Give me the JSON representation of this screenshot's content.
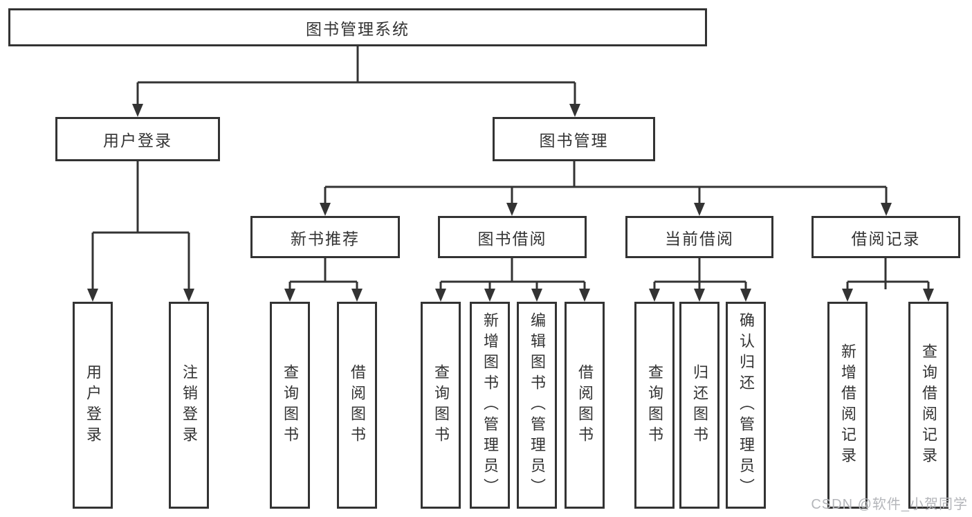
{
  "diagram_title": "图书管理系统",
  "tree": {
    "label": "图书管理系统",
    "children": [
      {
        "label": "用户登录",
        "children": [
          {
            "label": "用户登录"
          },
          {
            "label": "注销登录"
          }
        ]
      },
      {
        "label": "图书管理",
        "children": [
          {
            "label": "新书推荐",
            "children": [
              {
                "label": "查询图书"
              },
              {
                "label": "借阅图书"
              }
            ]
          },
          {
            "label": "图书借阅",
            "children": [
              {
                "label": "查询图书"
              },
              {
                "label": "新增图书（管理员）"
              },
              {
                "label": "编辑图书（管理员）"
              },
              {
                "label": "借阅图书"
              }
            ]
          },
          {
            "label": "当前借阅",
            "children": [
              {
                "label": "查询图书"
              },
              {
                "label": "归还图书"
              },
              {
                "label": "确认归还（管理员）"
              }
            ]
          },
          {
            "label": "借阅记录",
            "children": [
              {
                "label": "新增借阅记录"
              },
              {
                "label": "查询借阅记录"
              }
            ]
          }
        ]
      }
    ]
  },
  "watermark": {
    "text": "CSDN @软件_小贺同学"
  },
  "colors": {
    "line": "#333333",
    "box_border": "#333333",
    "text": "#333333",
    "watermark": "#b4b6ba",
    "background": "#ffffff"
  }
}
